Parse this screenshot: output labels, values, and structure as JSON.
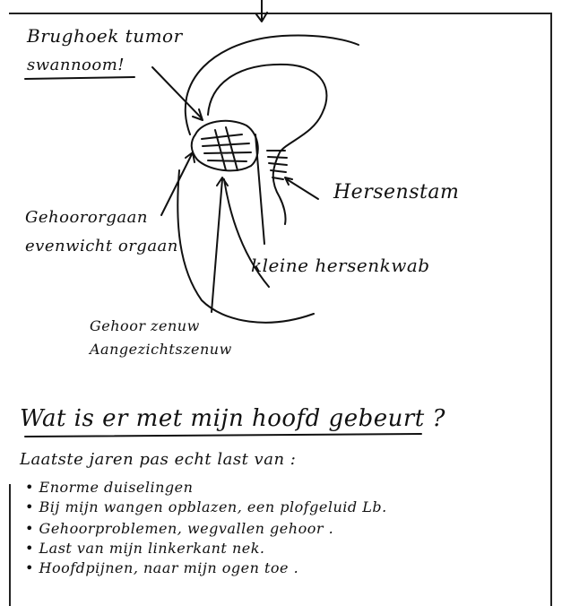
{
  "diagram": {
    "labels": {
      "tumor_line1": "Brughoek tumor",
      "tumor_line2": "swannoom!",
      "hersenstam": "Hersenstam",
      "gehoororgaan": "Gehoororgaan",
      "evenwicht": "evenwicht orgaan",
      "kleine_hersenen": "kleine hersenkwab",
      "gehoorzenuw": "Gehoor zenuw",
      "aangezichtszenuw": "Aangezichtszenuw"
    }
  },
  "notes": {
    "heading": "Wat is er met mijn hoofd gebeurt ?",
    "intro": "Laatste jaren pas echt last van :",
    "items": [
      "Enorme duiselingen",
      "Bij mijn wangen opblazen, een plofgeluid Lb.",
      "Gehoorproblemen, wegvallen gehoor .",
      "Last van mijn linkerkant nek.",
      "Hoofdpijnen, naar mijn ogen toe ."
    ]
  }
}
